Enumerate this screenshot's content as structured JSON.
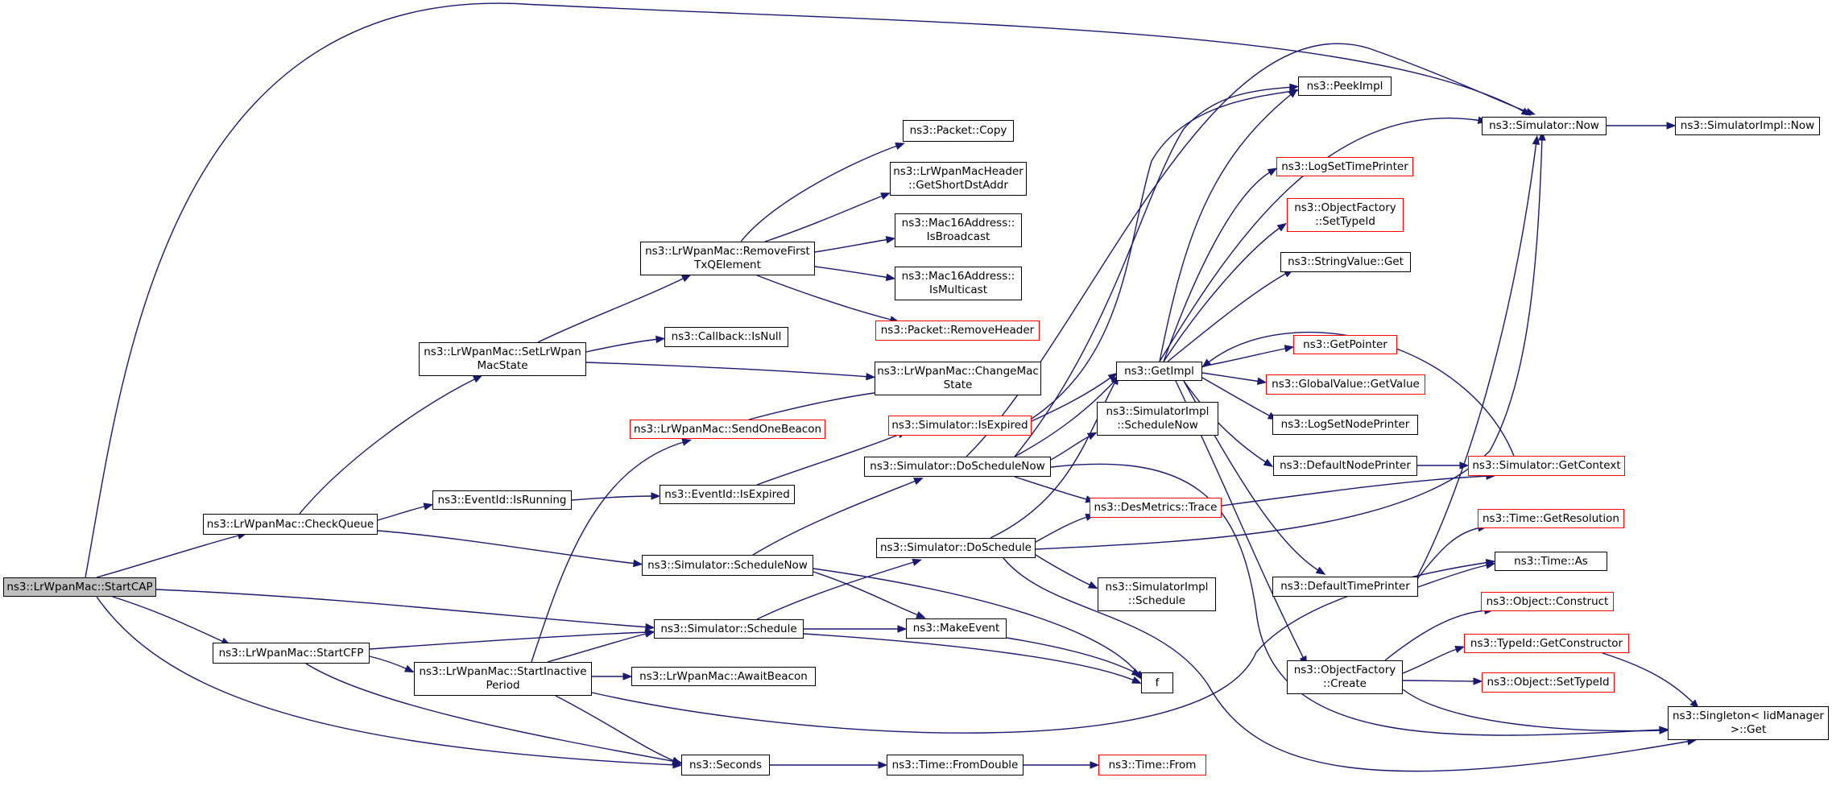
{
  "diagram": {
    "type": "call-graph",
    "colors": {
      "edge": "#191970",
      "border_normal": "#000000",
      "border_incomplete": "#ff0000",
      "root_fill": "#bfbfbf"
    },
    "nodes": [
      {
        "id": "startcap",
        "lines": [
          "ns3::LrWpanMac::StartCAP"
        ],
        "style": "root"
      },
      {
        "id": "checkqueue",
        "lines": [
          "ns3::LrWpanMac::CheckQueue"
        ],
        "style": "normal"
      },
      {
        "id": "startcfp",
        "lines": [
          "ns3::LrWpanMac::StartCFP"
        ],
        "style": "normal"
      },
      {
        "id": "seconds",
        "lines": [
          "ns3::Seconds"
        ],
        "style": "normal"
      },
      {
        "id": "setlrwpanmacstate",
        "lines": [
          "ns3::LrWpanMac::SetLrWpan",
          "MacState"
        ],
        "style": "normal"
      },
      {
        "id": "eventidisrunning",
        "lines": [
          "ns3::EventId::IsRunning"
        ],
        "style": "normal"
      },
      {
        "id": "schedulenow",
        "lines": [
          "ns3::Simulator::ScheduleNow"
        ],
        "style": "normal"
      },
      {
        "id": "schedule",
        "lines": [
          "ns3::Simulator::Schedule"
        ],
        "style": "normal"
      },
      {
        "id": "startinactive",
        "lines": [
          "ns3::LrWpanMac::StartInactive",
          "Period"
        ],
        "style": "normal"
      },
      {
        "id": "removefirst",
        "lines": [
          "ns3::LrWpanMac::RemoveFirst",
          "TxQElement"
        ],
        "style": "normal"
      },
      {
        "id": "callbackisnull",
        "lines": [
          "ns3::Callback::IsNull"
        ],
        "style": "normal"
      },
      {
        "id": "sendonebeacon",
        "lines": [
          "ns3::LrWpanMac::SendOneBeacon"
        ],
        "style": "red"
      },
      {
        "id": "eventidisexpired",
        "lines": [
          "ns3::EventId::IsExpired"
        ],
        "style": "normal"
      },
      {
        "id": "awaitbeacon",
        "lines": [
          "ns3::LrWpanMac::AwaitBeacon"
        ],
        "style": "normal"
      },
      {
        "id": "packetcopy",
        "lines": [
          "ns3::Packet::Copy"
        ],
        "style": "normal"
      },
      {
        "id": "getshortdstaddr",
        "lines": [
          "ns3::LrWpanMacHeader",
          "::GetShortDstAddr"
        ],
        "style": "normal"
      },
      {
        "id": "isbroadcast",
        "lines": [
          "ns3::Mac16Address::",
          "IsBroadcast"
        ],
        "style": "normal"
      },
      {
        "id": "ismulticast",
        "lines": [
          "ns3::Mac16Address::",
          "IsMulticast"
        ],
        "style": "normal"
      },
      {
        "id": "removeheader",
        "lines": [
          "ns3::Packet::RemoveHeader"
        ],
        "style": "red"
      },
      {
        "id": "changemacstate",
        "lines": [
          "ns3::LrWpanMac::ChangeMac",
          "State"
        ],
        "style": "normal"
      },
      {
        "id": "simisexpired",
        "lines": [
          "ns3::Simulator::IsExpired"
        ],
        "style": "red"
      },
      {
        "id": "doschedulenow",
        "lines": [
          "ns3::Simulator::DoScheduleNow"
        ],
        "style": "normal"
      },
      {
        "id": "doschedule",
        "lines": [
          "ns3::Simulator::DoSchedule"
        ],
        "style": "normal"
      },
      {
        "id": "makeevent",
        "lines": [
          "ns3::MakeEvent"
        ],
        "style": "normal"
      },
      {
        "id": "f",
        "lines": [
          "f"
        ],
        "style": "normal"
      },
      {
        "id": "timefromdouble",
        "lines": [
          "ns3::Time::FromDouble"
        ],
        "style": "normal"
      },
      {
        "id": "getimpl",
        "lines": [
          "ns3::GetImpl"
        ],
        "style": "normal"
      },
      {
        "id": "implschedulenow",
        "lines": [
          "ns3::SimulatorImpl",
          "::ScheduleNow"
        ],
        "style": "normal"
      },
      {
        "id": "desmetricstrace",
        "lines": [
          "ns3::DesMetrics::Trace"
        ],
        "style": "red"
      },
      {
        "id": "implschedule",
        "lines": [
          "ns3::SimulatorImpl",
          "::Schedule"
        ],
        "style": "normal"
      },
      {
        "id": "timefrom",
        "lines": [
          "ns3::Time::From"
        ],
        "style": "red"
      },
      {
        "id": "peekimpl",
        "lines": [
          "ns3::PeekImpl"
        ],
        "style": "normal"
      },
      {
        "id": "logsettimeprinter",
        "lines": [
          "ns3::LogSetTimePrinter"
        ],
        "style": "red"
      },
      {
        "id": "objfactsettypeid",
        "lines": [
          "ns3::ObjectFactory",
          "::SetTypeId"
        ],
        "style": "red"
      },
      {
        "id": "stringvalueget",
        "lines": [
          "ns3::StringValue::Get"
        ],
        "style": "normal"
      },
      {
        "id": "getpointer",
        "lines": [
          "ns3::GetPointer"
        ],
        "style": "red"
      },
      {
        "id": "globalvaluegetvalue",
        "lines": [
          "ns3::GlobalValue::GetValue"
        ],
        "style": "red"
      },
      {
        "id": "logsetnodeprinter",
        "lines": [
          "ns3::LogSetNodePrinter"
        ],
        "style": "normal"
      },
      {
        "id": "defaultnodeprinter",
        "lines": [
          "ns3::DefaultNodePrinter"
        ],
        "style": "normal"
      },
      {
        "id": "defaulttimeprinter",
        "lines": [
          "ns3::DefaultTimePrinter"
        ],
        "style": "normal"
      },
      {
        "id": "objfactcreate",
        "lines": [
          "ns3::ObjectFactory",
          "::Create"
        ],
        "style": "normal"
      },
      {
        "id": "simnow",
        "lines": [
          "ns3::Simulator::Now"
        ],
        "style": "normal"
      },
      {
        "id": "simgetcontext",
        "lines": [
          "ns3::Simulator::GetContext"
        ],
        "style": "red"
      },
      {
        "id": "getresolution",
        "lines": [
          "ns3::Time::GetResolution"
        ],
        "style": "red"
      },
      {
        "id": "timeas",
        "lines": [
          "ns3::Time::As"
        ],
        "style": "normal"
      },
      {
        "id": "objconstruct",
        "lines": [
          "ns3::Object::Construct"
        ],
        "style": "red"
      },
      {
        "id": "typeidgetconstructor",
        "lines": [
          "ns3::TypeId::GetConstructor"
        ],
        "style": "red"
      },
      {
        "id": "objsettypeid",
        "lines": [
          "ns3::Object::SetTypeId"
        ],
        "style": "red"
      },
      {
        "id": "simimplnow",
        "lines": [
          "ns3::SimulatorImpl::Now"
        ],
        "style": "normal"
      },
      {
        "id": "singletonget",
        "lines": [
          "ns3::Singleton< IidManager",
          ">::Get"
        ],
        "style": "normal"
      }
    ]
  }
}
